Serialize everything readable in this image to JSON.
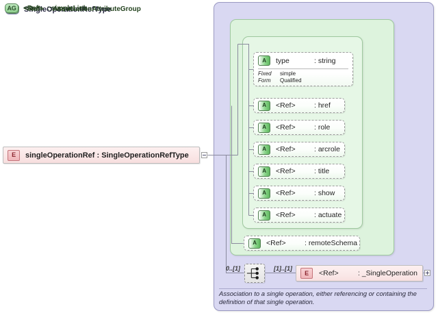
{
  "diagram": {
    "kind": "xsd-schema-diagram",
    "root_element": {
      "badge": "E",
      "badge_name": "element-badge",
      "label": "singleOperationRef : SingleOperationRefType",
      "collapse_symbol": "−"
    },
    "complex_type": {
      "badge": "CT",
      "badge_name": "complextype-badge",
      "title": "SingleOperationRefType"
    },
    "attribute_group_outer": {
      "badge": "AG",
      "ref": "<Ref>",
      "type": ": AssociationAttributeGroup"
    },
    "attribute_group_inner": {
      "badge": "AG",
      "ref": "<Ref>",
      "type": ": simpleLink"
    },
    "type_attribute": {
      "badge": "A",
      "name": "type",
      "type": ": string",
      "facets": [
        {
          "key": "Fixed",
          "value": "simple"
        },
        {
          "key": "Form",
          "value": "Qualified"
        }
      ]
    },
    "attributes": [
      {
        "badge": "A",
        "ref": "<Ref>",
        "type": ": href"
      },
      {
        "badge": "A",
        "ref": "<Ref>",
        "type": ": role"
      },
      {
        "badge": "A",
        "ref": "<Ref>",
        "type": ": arcrole"
      },
      {
        "badge": "A",
        "ref": "<Ref>",
        "type": ": title"
      },
      {
        "badge": "A",
        "ref": "<Ref>",
        "type": ": show"
      },
      {
        "badge": "A",
        "ref": "<Ref>",
        "type": ": actuate"
      }
    ],
    "remote_schema_attribute": {
      "badge": "A",
      "ref": "<Ref>",
      "type": ": remoteSchema"
    },
    "sequence": {
      "icon": "sequence-compositor-icon",
      "cardinality_left": "0..[1]",
      "cardinality_right": "[1]..[1]"
    },
    "child_element": {
      "badge": "E",
      "ref": "<Ref>",
      "type": ": _SingleOperation",
      "expand_symbol": "+"
    },
    "annotation": "Association to a single operation, either referencing or containing the definition of that single operation."
  },
  "colors": {
    "complextype_panel": "#d9d8f2",
    "attributegroup_outer": "#ddf3dd",
    "attributegroup_inner": "#e6f7e6",
    "element_box": "#fae6e6",
    "connector_line": "#8a8a9e"
  }
}
